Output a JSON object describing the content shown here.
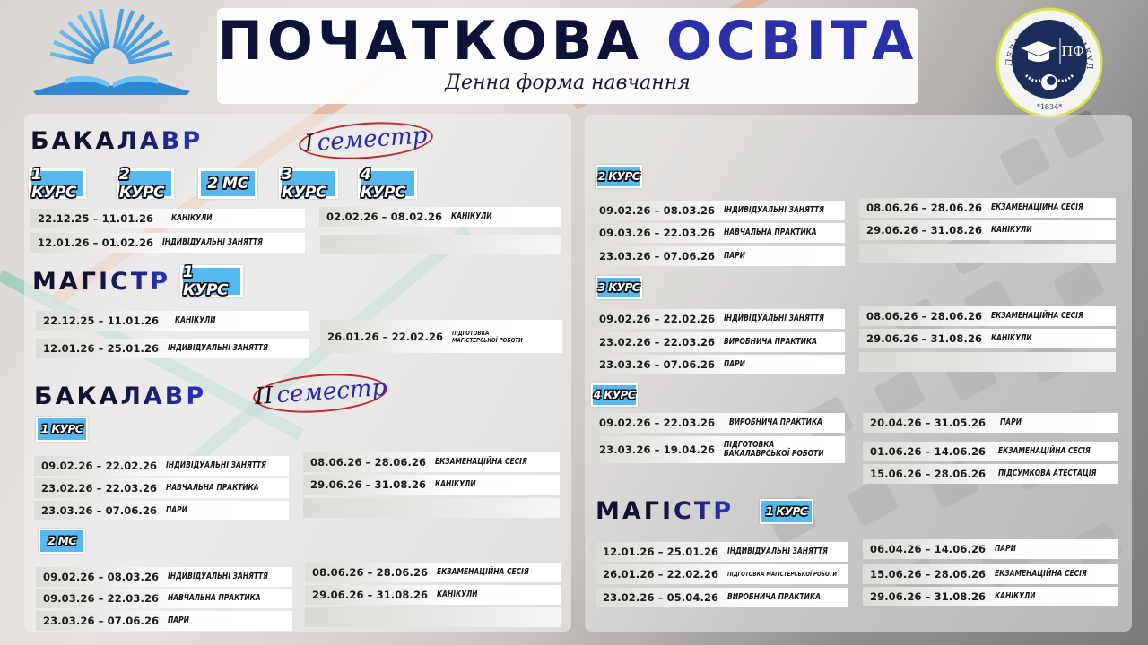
{
  "header": {
    "title_part1": "ПОЧАТКОВА",
    "title_part2": "ОСВІТА",
    "subtitle": "Денна форма навчання",
    "seal": {
      "ring_text": "ПЕДАГОГІЧНИЙ ФАКУЛЬТЕТ",
      "monogram": "ПФ",
      "year": "*1834*"
    }
  },
  "colors": {
    "title_dark": "#0f1238",
    "title_accent": "#2b2fa8",
    "badge_blue": "#55b9f0",
    "semester_ring": "#c8262b",
    "seal_navy": "#1b2d5a"
  },
  "left": {
    "sem1": {
      "heading": "БАКАЛАВР",
      "semester_roman": "I",
      "semester_word": "семестр",
      "badges": [
        "1 КУРС",
        "2 КУРС",
        "2 МС",
        "3 КУРС",
        "4 КУРС"
      ],
      "rows_left": [
        {
          "date": "22.12.25 – 11.01.26",
          "label": "КАНІКУЛИ"
        },
        {
          "date": "12.01.26 – 01.02.26",
          "label": "ІНДИВІДУАЛЬНІ ЗАНЯТТЯ"
        }
      ],
      "rows_right": [
        {
          "date": "02.02.26 – 08.02.26",
          "label": "КАНІКУЛИ"
        }
      ]
    },
    "master": {
      "heading": "МАГІСТР",
      "badge": "1 КУРС",
      "rows_left": [
        {
          "date": "22.12.25 – 11.01.26",
          "label": "КАНІКУЛИ"
        },
        {
          "date": "12.01.26 – 25.01.26",
          "label": "ІНДИВІДУАЛЬНІ ЗАНЯТТЯ"
        }
      ],
      "rows_right": [
        {
          "date": "26.01.26 – 22.02.26",
          "label_line1": "ПІДГОТОВКА",
          "label_line2": "МАГІСТЕРСЬКОЇ РОБОТИ"
        }
      ]
    },
    "sem2": {
      "heading": "БАКАЛАВР",
      "semester_roman": "II",
      "semester_word": "семестр",
      "course1": {
        "badge": "1 КУРС",
        "rows_left": [
          {
            "date": "09.02.26 – 22.02.26",
            "label": "ІНДИВІДУАЛЬНІ ЗАНЯТТЯ"
          },
          {
            "date": "23.02.26 – 22.03.26",
            "label": "НАВЧАЛЬНА ПРАКТИКА"
          },
          {
            "date": "23.03.26 – 07.06.26",
            "label": "ПАРИ"
          }
        ],
        "rows_right": [
          {
            "date": "08.06.26 – 28.06.26",
            "label": "ЕКЗАМЕНАЦІЙНА СЕСІЯ"
          },
          {
            "date": "29.06.26 – 31.08.26",
            "label": "КАНІКУЛИ"
          }
        ]
      },
      "ms2": {
        "badge": "2 МС",
        "rows_left": [
          {
            "date": "09.02.26 – 08.03.26",
            "label": "ІНДИВІДУАЛЬНІ ЗАНЯТТЯ"
          },
          {
            "date": "09.03.26 – 22.03.26",
            "label": "НАВЧАЛЬНА ПРАКТИКА"
          },
          {
            "date": "23.03.26 – 07.06.26",
            "label": "ПАРИ"
          }
        ],
        "rows_right": [
          {
            "date": "08.06.26 – 28.06.26",
            "label": "ЕКЗАМЕНАЦІЙНА СЕСІЯ"
          },
          {
            "date": "29.06.26 – 31.08.26",
            "label": "КАНІКУЛИ"
          }
        ]
      }
    }
  },
  "right": {
    "course2": {
      "badge": "2 КУРС",
      "rows_left": [
        {
          "date": "09.02.26 – 08.03.26",
          "label": "ІНДИВІДУАЛЬНІ ЗАНЯТТЯ"
        },
        {
          "date": "09.03.26 – 22.03.26",
          "label": "НАВЧАЛЬНА ПРАКТИКА"
        },
        {
          "date": "23.03.26 – 07.06.26",
          "label": "ПАРИ"
        }
      ],
      "rows_right": [
        {
          "date": "08.06.26 – 28.06.26",
          "label": "ЕКЗАМЕНАЦІЙНА СЕСІЯ"
        },
        {
          "date": "29.06.26 – 31.08.26",
          "label": "КАНІКУЛИ"
        }
      ]
    },
    "course3": {
      "badge": "3 КУРС",
      "rows_left": [
        {
          "date": "09.02.26 – 22.02.26",
          "label": "ІНДИВІДУАЛЬНІ ЗАНЯТТЯ"
        },
        {
          "date": "23.02.26 – 22.03.26",
          "label": "ВИРОБНИЧА ПРАКТИКА"
        },
        {
          "date": "23.03.26 – 07.06.26",
          "label": "ПАРИ"
        }
      ],
      "rows_right": [
        {
          "date": "08.06.26 – 28.06.26",
          "label": "ЕКЗАМЕНАЦІЙНА СЕСІЯ"
        },
        {
          "date": "29.06.26 – 31.08.26",
          "label": "КАНІКУЛИ"
        }
      ]
    },
    "course4": {
      "badge": "4 КУРС",
      "rows_left": [
        {
          "date": "09.02.26 – 22.03.26",
          "label": "ВИРОБНИЧА ПРАКТИКА"
        },
        {
          "date": "23.03.26 – 19.04.26",
          "label_line1": "ПІДГОТОВКА",
          "label_line2": "БАКАЛАВРСЬКОЇ РОБОТИ"
        }
      ],
      "rows_right": [
        {
          "date": "20.04.26 – 31.05.26",
          "label": "ПАРИ"
        },
        {
          "date": "01.06.26 – 14.06.26",
          "label": "ЕКЗАМЕНАЦІЙНА СЕСІЯ"
        },
        {
          "date": "15.06.26 – 28.06.26",
          "label": "ПІДСУМКОВА АТЕСТАЦІЯ"
        }
      ]
    },
    "master": {
      "heading": "МАГІСТР",
      "badge": "1 КУРС",
      "rows_left": [
        {
          "date": "12.01.26 – 25.01.26",
          "label": "ІНДИВІДУАЛЬНІ ЗАНЯТТЯ"
        },
        {
          "date": "26.01.26 – 22.02.26",
          "label": "ПІДГОТОВКА МАГІСТЕРСЬКОЇ РОБОТИ"
        },
        {
          "date": "23.02.26 – 05.04.26",
          "label": "ВИРОБНИЧА ПРАКТИКА"
        }
      ],
      "rows_right": [
        {
          "date": "06.04.26 – 14.06.26",
          "label": "ПАРИ"
        },
        {
          "date": "15.06.26 – 28.06.26",
          "label": "ЕКЗАМЕНАЦІЙНА СЕСІЯ"
        },
        {
          "date": "29.06.26 – 31.08.26",
          "label": "КАНІКУЛИ"
        }
      ]
    }
  }
}
